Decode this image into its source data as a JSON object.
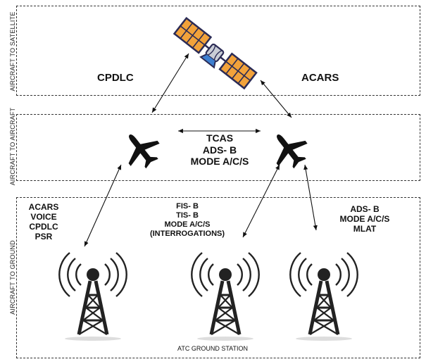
{
  "zones": {
    "satellite": "AIRCRAFT TO SATELLITE",
    "aircraft": "AIRCRAFT TO AIRCRAFT",
    "ground": "AIRCRAFT TO GROUND"
  },
  "satellite_links": {
    "left": "CPDLC",
    "right": "ACARS"
  },
  "aircraft_link": [
    "TCAS",
    "ADS- B",
    "MODE A/C/S"
  ],
  "ground_left": [
    "ACARS",
    "VOICE",
    "CPDLC",
    "PSR"
  ],
  "ground_center": [
    "FIS- B",
    "TIS- B",
    "MODE A/C/S",
    "(INTERROGATIONS)"
  ],
  "ground_right": [
    "ADS- B",
    "MODE A/C/S",
    "MLAT"
  ],
  "station_caption": "ATC GROUND STATION",
  "icons": [
    "satellite-icon",
    "airplane-icon",
    "radio-tower-icon"
  ]
}
